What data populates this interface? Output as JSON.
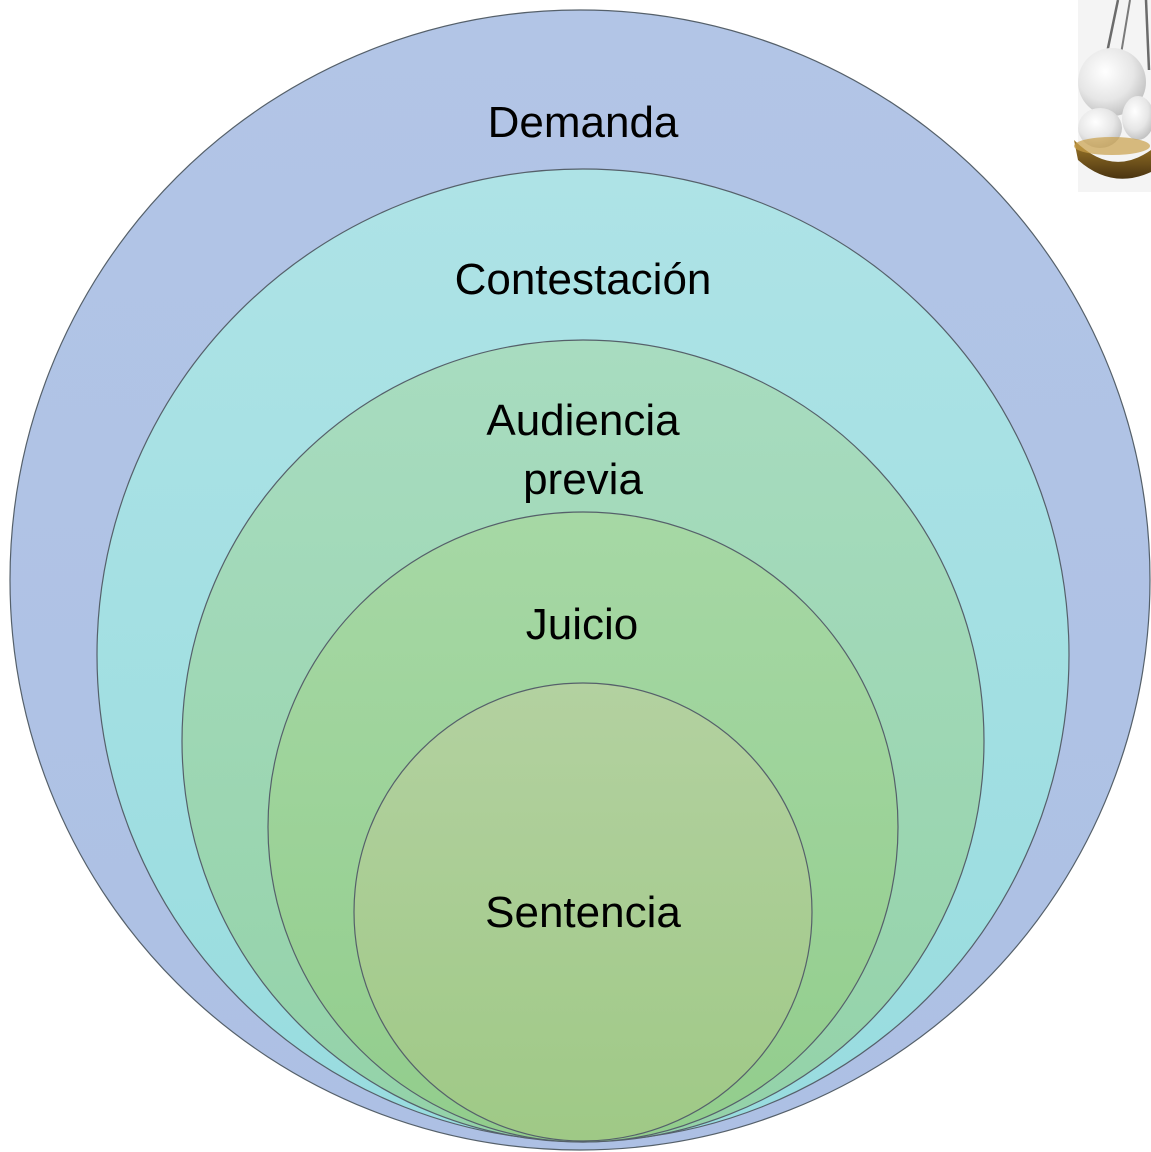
{
  "diagram": {
    "type": "nested-circles",
    "stages": [
      {
        "id": "demanda",
        "label": "Demanda",
        "level": 1,
        "color": "#b1c4e5"
      },
      {
        "id": "contestacion",
        "label": "Contestación",
        "level": 2,
        "color": "#a8e2e4"
      },
      {
        "id": "audiencia-previa",
        "label_line1": "Audiencia",
        "label_line2": "previa",
        "level": 3,
        "color": "#a2dabe"
      },
      {
        "id": "juicio",
        "label": "Juicio",
        "level": 4,
        "color": "#a3d6a2"
      },
      {
        "id": "sentencia",
        "label": "Sentencia",
        "level": 5,
        "color": "#b0d09c"
      }
    ]
  },
  "colors": {
    "background": "#ffffff",
    "outline": "#55606a",
    "text": "#000000"
  },
  "icons": {
    "corner_image": "3d-figure-on-scale-icon"
  }
}
